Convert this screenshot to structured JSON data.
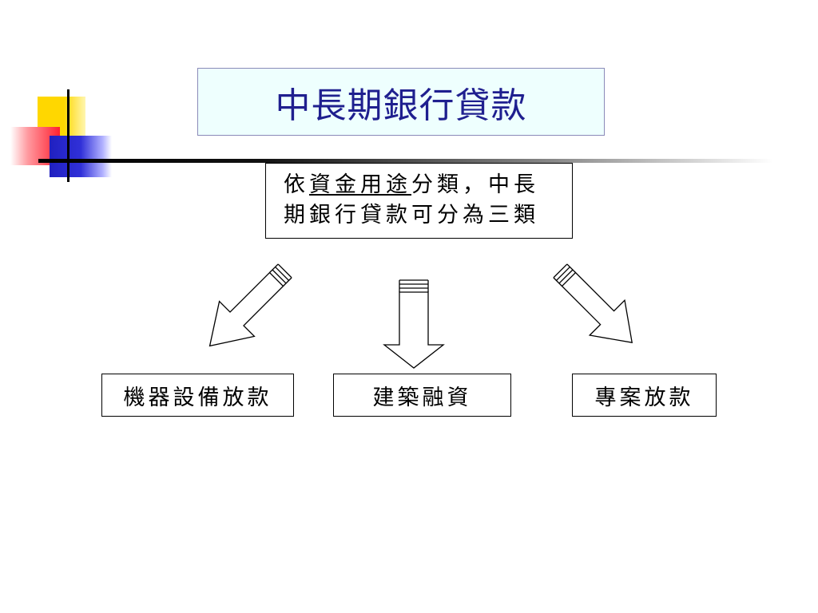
{
  "title": "中長期銀行貸款",
  "description": {
    "prefix": "依",
    "underlined": "資金用途",
    "suffix": "分類，中長",
    "line2": "期銀行貸款可分為三類"
  },
  "categories": [
    {
      "label": "機器設備放款"
    },
    {
      "label": "建築融資"
    },
    {
      "label": "專案放款"
    }
  ],
  "colors": {
    "title_text": "#1f1f8f",
    "title_bg": "#eefffe",
    "accent_yellow": "#ffd700",
    "accent_red": "#ff2030",
    "accent_blue": "#2020c0"
  }
}
